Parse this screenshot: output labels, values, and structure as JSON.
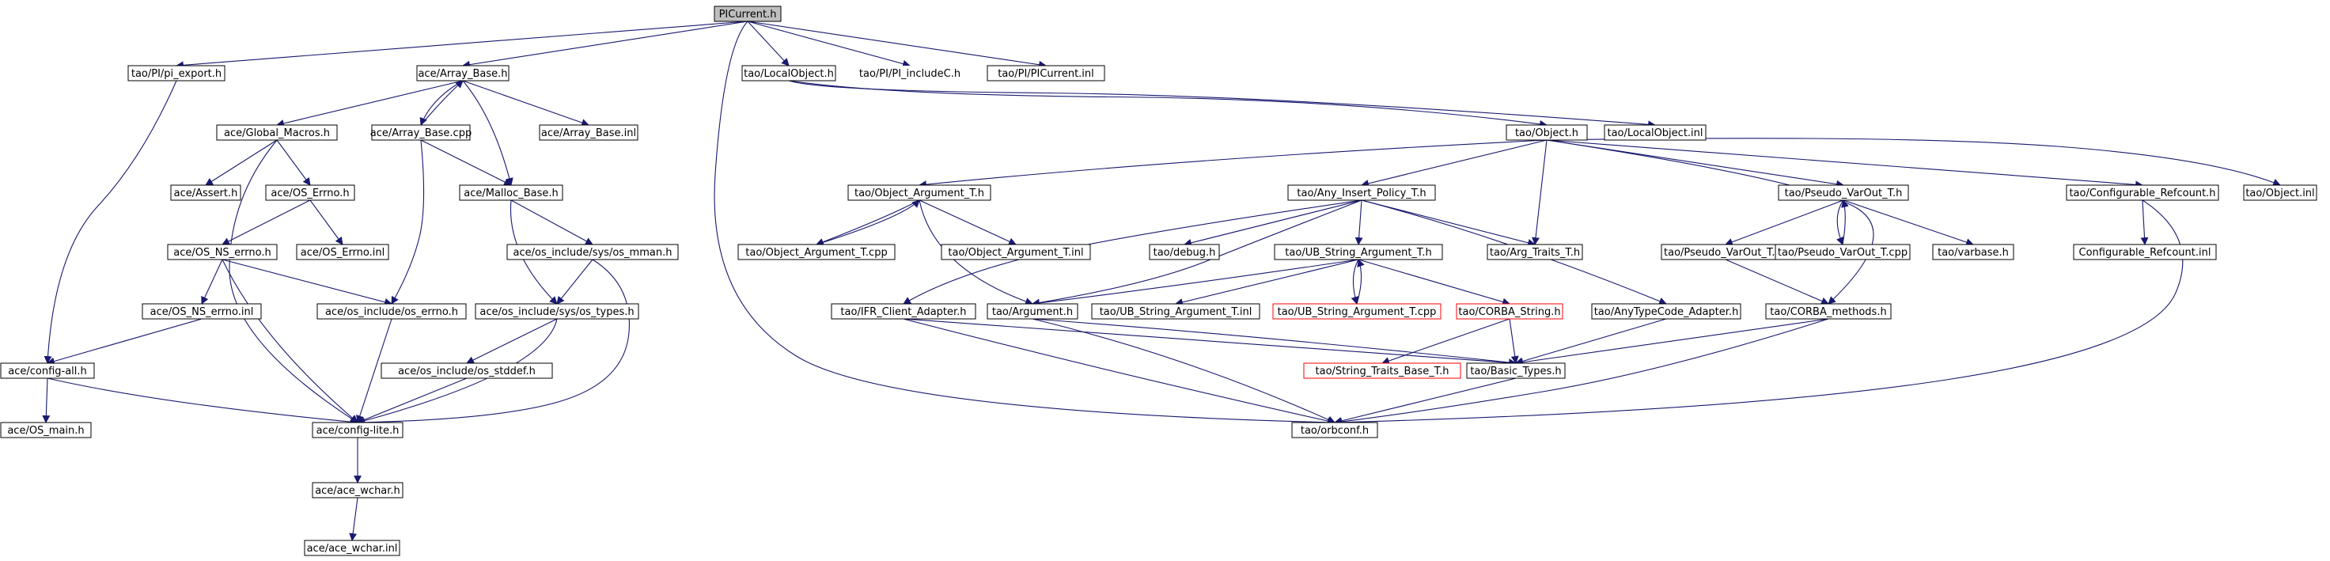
{
  "colors": {
    "edge": "#191970",
    "root_fill": "#bfbfbf",
    "truncated_border": "#ff0000",
    "node_border": "#000000"
  },
  "nodes": {
    "PICurrent_h": "PICurrent.h",
    "pi_export_h": "tao/PI/pi_export.h",
    "Array_Base_h": "ace/Array_Base.h",
    "LocalObject_h": "tao/LocalObject.h",
    "PI_includeC_h": "tao/PI/PI_includeC.h",
    "PICurrent_inl": "tao/PI/PICurrent.inl",
    "Global_Macros_h": "ace/Global_Macros.h",
    "Array_Base_cpp": "ace/Array_Base.cpp",
    "Array_Base_inl": "ace/Array_Base.inl",
    "LocalObject_inl": "tao/LocalObject.inl",
    "Object_h": "tao/Object.h",
    "Assert_h": "ace/Assert.h",
    "OS_Errno_h": "ace/OS_Errno.h",
    "Malloc_Base_h": "ace/Malloc_Base.h",
    "Object_Argument_T_h": "tao/Object_Argument_T.h",
    "Any_Insert_Policy_T_h": "tao/Any_Insert_Policy_T.h",
    "Pseudo_VarOut_T_h": "tao/Pseudo_VarOut_T.h",
    "Configurable_Refcount_h": "tao/Configurable_Refcount.h",
    "Object_inl": "tao/Object.inl",
    "OS_NS_errno_h": "ace/OS_NS_errno.h",
    "OS_Errno_inl": "ace/OS_Errno.inl",
    "os_mman_h": "ace/os_include/sys/os_mman.h",
    "Object_Argument_T_cpp": "tao/Object_Argument_T.cpp",
    "Object_Argument_T_inl": "tao/Object_Argument_T.inl",
    "debug_h": "tao/debug.h",
    "UB_String_Argument_T_h": "tao/UB_String_Argument_T.h",
    "Arg_Traits_T_h": "tao/Arg_Traits_T.h",
    "Pseudo_VarOut_T_inl": "tao/Pseudo_VarOut_T.inl",
    "Pseudo_VarOut_T_cpp": "tao/Pseudo_VarOut_T.cpp",
    "varbase_h": "tao/varbase.h",
    "Configurable_Refcount_inl": "Configurable_Refcount.inl",
    "OS_NS_errno_inl": "ace/OS_NS_errno.inl",
    "os_errno_h": "ace/os_include/os_errno.h",
    "os_types_h": "ace/os_include/sys/os_types.h",
    "IFR_Client_Adapter_h": "tao/IFR_Client_Adapter.h",
    "Argument_h": "tao/Argument.h",
    "UB_String_Argument_T_inl": "tao/UB_String_Argument_T.inl",
    "UB_String_Argument_T_cpp": "tao/UB_String_Argument_T.cpp",
    "CORBA_String_h": "tao/CORBA_String.h",
    "AnyTypeCode_Adapter_h": "tao/AnyTypeCode_Adapter.h",
    "CORBA_methods_h": "tao/CORBA_methods.h",
    "config_all_h": "ace/config-all.h",
    "os_stddef_h": "ace/os_include/os_stddef.h",
    "String_Traits_Base_T_h": "tao/String_Traits_Base_T.h",
    "Basic_Types_h": "tao/Basic_Types.h",
    "OS_main_h": "ace/OS_main.h",
    "config_lite_h": "ace/config-lite.h",
    "orbconf_h": "tao/orbconf.h",
    "ace_wchar_h": "ace/ace_wchar.h",
    "ace_wchar_inl": "ace/ace_wchar.inl"
  }
}
